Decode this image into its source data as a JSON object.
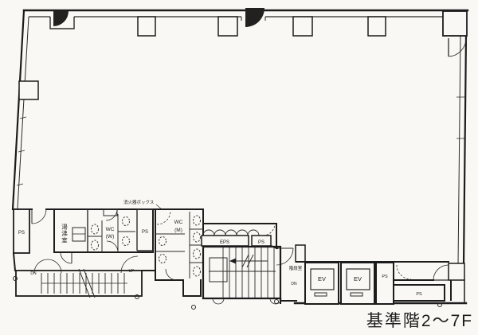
{
  "colors": {
    "ink": "#1c1c1c",
    "paper": "#f9f8f4"
  },
  "floor_label": "基準階2～7F",
  "labels": {
    "ps_left": "PS",
    "kitchenette": "湯沸室",
    "wc_women_line1": "WC",
    "wc_women_line2": "(W)",
    "ps_mid": "PS",
    "fire_extinguisher_box": "消火器ボックス",
    "wc_men_line1": "WC",
    "wc_men_line2": "(M)",
    "eps": "EPS",
    "ps_eps": "PS",
    "stairwell": "階段室",
    "dn_main_stair": "DN",
    "elevator_1": "EV",
    "elevator_2": "EV",
    "ps_elevator": "PS",
    "ps_bottom_right": "PS",
    "dn_left_stair": "DN",
    "up_left_stair": "UP"
  }
}
